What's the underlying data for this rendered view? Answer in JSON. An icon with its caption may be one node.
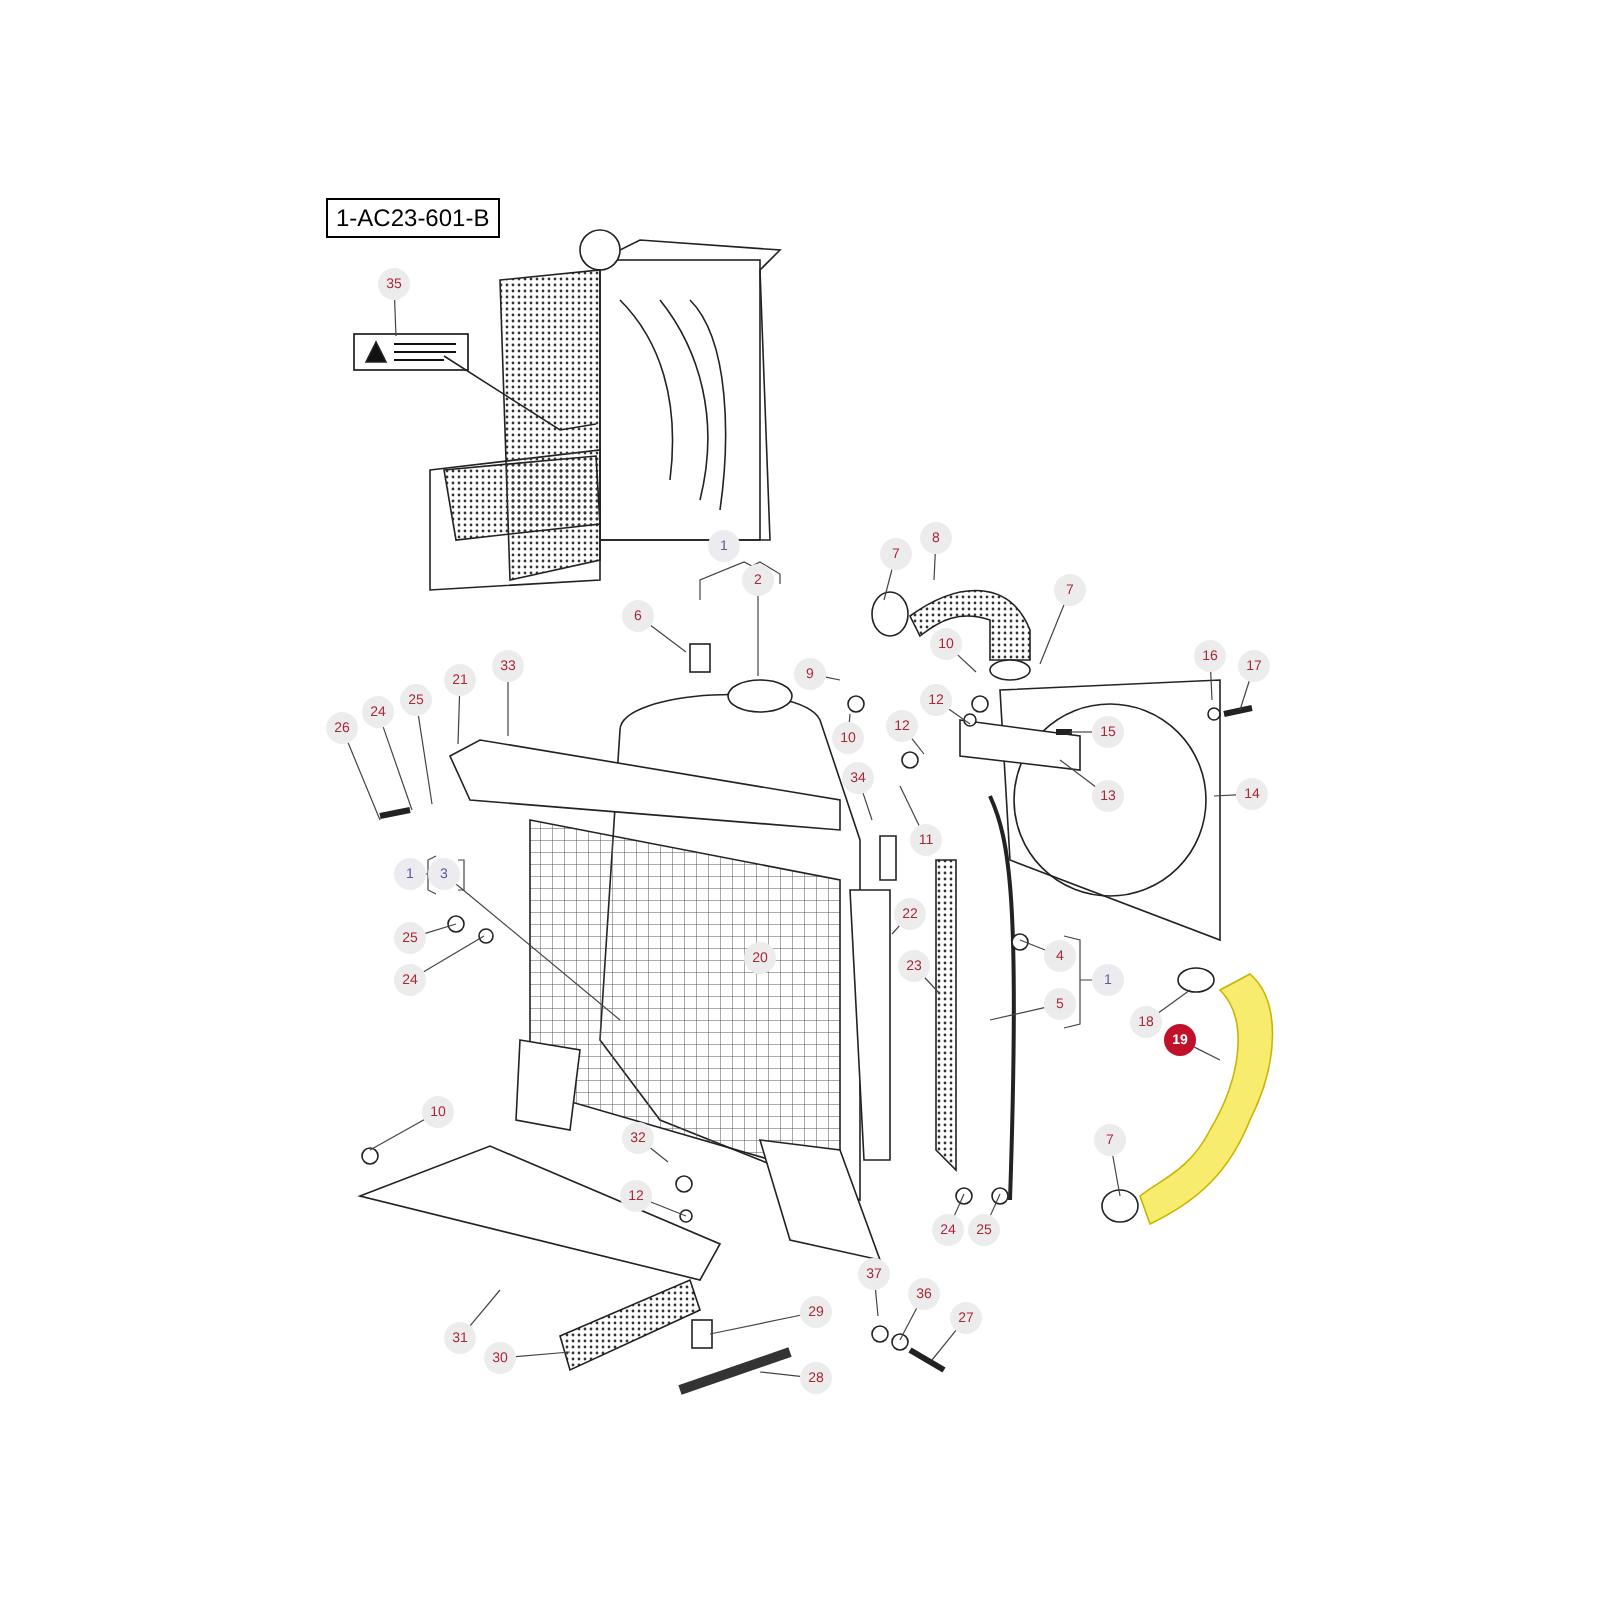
{
  "diagram": {
    "nodes": [
      {
        "text": [
          "35"
        ]
      },
      {
        "text": [
          "1"
        ]
      },
      {
        "text": [
          "8"
        ]
      },
      {
        "text": [
          "7"
        ]
      },
      {
        "text": [
          "2"
        ]
      },
      {
        "text": [
          "7"
        ]
      },
      {
        "text": [
          "6"
        ]
      },
      {
        "text": [
          "10"
        ]
      },
      {
        "text": [
          "16"
        ]
      },
      {
        "text": [
          "33"
        ]
      },
      {
        "text": [
          "9"
        ]
      },
      {
        "text": [
          "17"
        ]
      },
      {
        "text": [
          "21"
        ]
      },
      {
        "text": [
          "12"
        ]
      },
      {
        "text": [
          "25"
        ]
      },
      {
        "text": [
          "24"
        ]
      },
      {
        "text": [
          "12"
        ]
      },
      {
        "text": [
          "26"
        ]
      },
      {
        "text": [
          "15"
        ]
      },
      {
        "text": [
          "10"
        ]
      },
      {
        "text": [
          "34"
        ]
      },
      {
        "text": [
          "14"
        ]
      },
      {
        "text": [
          "13"
        ]
      },
      {
        "text": [
          "11"
        ]
      },
      {
        "text": [
          "1"
        ]
      },
      {
        "text": [
          "3"
        ]
      },
      {
        "text": [
          "22"
        ]
      },
      {
        "text": [
          "25"
        ]
      },
      {
        "text": [
          "4"
        ]
      },
      {
        "text": [
          "20"
        ]
      },
      {
        "text": [
          "23"
        ]
      },
      {
        "text": [
          "24"
        ]
      },
      {
        "text": [
          "1"
        ]
      },
      {
        "text": [
          "5"
        ]
      },
      {
        "text": [
          "18"
        ]
      },
      {
        "text": [
          "19"
        ]
      },
      {
        "text": [
          "10"
        ]
      },
      {
        "text": [
          "32"
        ]
      },
      {
        "text": [
          "7"
        ]
      },
      {
        "text": [
          "12"
        ]
      },
      {
        "text": [
          "24"
        ]
      },
      {
        "text": [
          "25"
        ]
      },
      {
        "text": [
          "37"
        ]
      },
      {
        "text": [
          "36"
        ]
      },
      {
        "text": [
          "29"
        ]
      },
      {
        "text": [
          "27"
        ]
      },
      {
        "text": [
          "31"
        ]
      },
      {
        "text": [
          "30"
        ]
      },
      {
        "text": [
          "28"
        ]
      }
    ],
    "edges": [
      {
        "from": 0,
        "to": null,
        "arrow": "none"
      },
      {
        "from": 2,
        "to": null,
        "arrow": "none"
      },
      {
        "from": 3,
        "to": null,
        "arrow": "none"
      },
      {
        "from": 4,
        "to": null,
        "arrow": "none"
      },
      {
        "from": 5,
        "to": null,
        "arrow": "none"
      },
      {
        "from": 6,
        "to": null,
        "arrow": "none"
      },
      {
        "from": 7,
        "to": null,
        "arrow": "none"
      },
      {
        "from": 8,
        "to": null,
        "arrow": "none"
      },
      {
        "from": 9,
        "to": null,
        "arrow": "none"
      },
      {
        "from": 10,
        "to": null,
        "arrow": "none"
      },
      {
        "from": 11,
        "to": null,
        "arrow": "none"
      },
      {
        "from": 12,
        "to": null,
        "arrow": "none"
      },
      {
        "from": 13,
        "to": null,
        "arrow": "none"
      },
      {
        "from": 14,
        "to": null,
        "arrow": "none"
      },
      {
        "from": 15,
        "to": null,
        "arrow": "none"
      },
      {
        "from": 16,
        "to": null,
        "arrow": "none"
      },
      {
        "from": 17,
        "to": null,
        "arrow": "none"
      },
      {
        "from": 18,
        "to": null,
        "arrow": "none"
      },
      {
        "from": 19,
        "to": null,
        "arrow": "none"
      },
      {
        "from": 20,
        "to": null,
        "arrow": "none"
      },
      {
        "from": 21,
        "to": null,
        "arrow": "none"
      },
      {
        "from": 22,
        "to": null,
        "arrow": "none"
      },
      {
        "from": 23,
        "to": null,
        "arrow": "none"
      },
      {
        "from": 25,
        "to": null,
        "arrow": "none"
      },
      {
        "from": 26,
        "to": null,
        "arrow": "none"
      },
      {
        "from": 27,
        "to": null,
        "arrow": "none"
      },
      {
        "from": 28,
        "to": null,
        "arrow": "none"
      },
      {
        "from": 30,
        "to": null,
        "arrow": "none"
      },
      {
        "from": 31,
        "to": null,
        "arrow": "none"
      },
      {
        "from": 33,
        "to": null,
        "arrow": "none"
      },
      {
        "from": 34,
        "to": null,
        "arrow": "none"
      },
      {
        "from": 35,
        "to": null,
        "arrow": "none"
      },
      {
        "from": 36,
        "to": null,
        "arrow": "none"
      },
      {
        "from": 37,
        "to": null,
        "arrow": "none"
      },
      {
        "from": 38,
        "to": null,
        "arrow": "none"
      },
      {
        "from": 39,
        "to": null,
        "arrow": "none"
      },
      {
        "from": 40,
        "to": null,
        "arrow": "none"
      },
      {
        "from": 41,
        "to": null,
        "arrow": "none"
      },
      {
        "from": 42,
        "to": null,
        "arrow": "none"
      },
      {
        "from": 43,
        "to": null,
        "arrow": "none"
      },
      {
        "from": 44,
        "to": null,
        "arrow": "none"
      },
      {
        "from": 45,
        "to": null,
        "arrow": "none"
      },
      {
        "from": 46,
        "to": null,
        "arrow": "none"
      },
      {
        "from": 47,
        "to": null,
        "arrow": "none"
      },
      {
        "from": 48,
        "to": null,
        "arrow": "none"
      }
    ],
    "labels": [
      "1-AC23-601-B"
    ]
  }
}
